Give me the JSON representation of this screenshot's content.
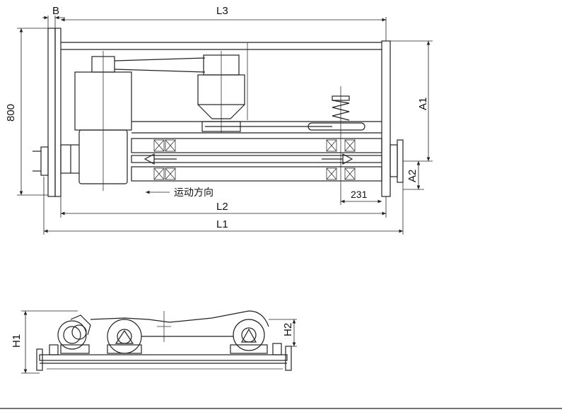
{
  "dimensions": {
    "b": "B",
    "l3": "L3",
    "l2": "L2",
    "l1": "L1",
    "a1": "A1",
    "a2": "A2",
    "h1": "H1",
    "h2": "H2",
    "height": "800",
    "offset": "231"
  },
  "annotations": {
    "motion_direction": "运动方向"
  },
  "colors": {
    "line": "#222222",
    "background": "#ffffff"
  }
}
